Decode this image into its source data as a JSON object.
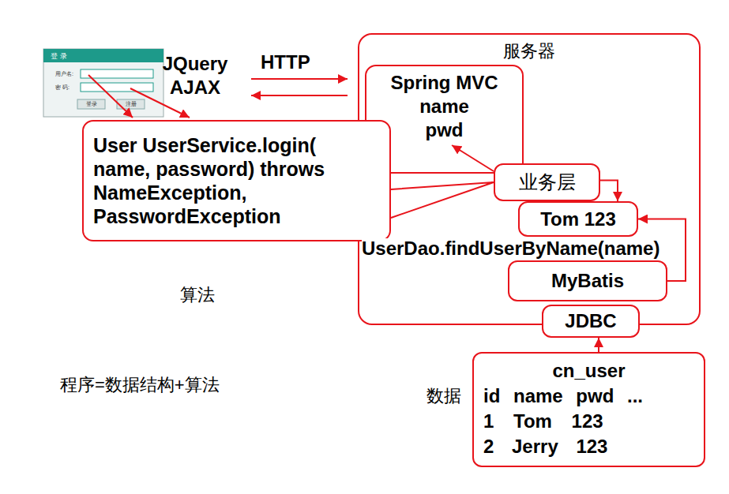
{
  "diagram": {
    "nodes": [
      {
        "text": [
          "服务器"
        ]
      },
      {
        "text": [
          "Spring MVC",
          "name",
          "pwd"
        ],
        "in": 0
      },
      {
        "text": [
          "User UserService.login( name, password) throws NameException, PasswordException"
        ]
      },
      {
        "text": [
          "业务层"
        ],
        "in": 0
      },
      {
        "text": [
          "Tom 123"
        ],
        "in": 0
      },
      {
        "text": [
          "MyBatis"
        ],
        "in": 0
      },
      {
        "text": [
          "JDBC"
        ]
      },
      {
        "text": [
          "cn_user",
          "id name pwd ...",
          "1 Tom 123",
          "2 Jerry 123"
        ]
      }
    ],
    "edges": [
      {
        "from": 3,
        "to": 1,
        "arrow": "to"
      },
      {
        "from": 3,
        "to": 4,
        "arrow": "to"
      },
      {
        "from": 5,
        "to": 4,
        "arrow": "to"
      },
      {
        "from": 7,
        "to": 6,
        "arrow": "to"
      },
      {
        "from": 2,
        "to": 3,
        "arrow": "none"
      }
    ],
    "labels": [
      "登 录",
      "用户名:",
      "密 码:",
      "登录",
      "注册",
      "JQuery AJAX",
      "HTTP",
      "UserDao.findUserByName(name)",
      "算法",
      "程序=数据结构+算法",
      "数据"
    ]
  }
}
